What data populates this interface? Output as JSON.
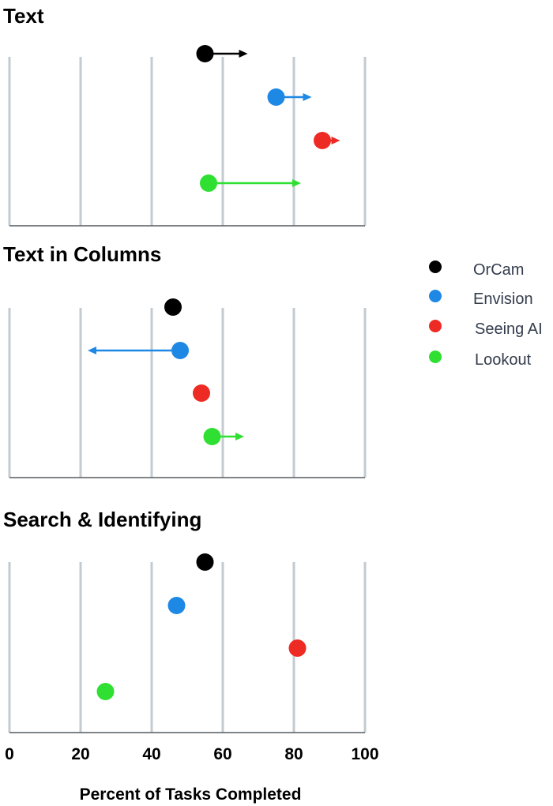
{
  "chart_data": {
    "type": "dot-arrow",
    "xlabel": "Percent of Tasks Completed",
    "xlim": [
      0,
      100
    ],
    "xticks": [
      0,
      20,
      40,
      60,
      80,
      100
    ],
    "grid": true,
    "legend_placement": "right",
    "series": [
      {
        "name": "OrCam",
        "color": "#000000"
      },
      {
        "name": "Envision",
        "color": "#1e88e5"
      },
      {
        "name": "Seeing AI",
        "color": "#ee2a24"
      },
      {
        "name": "Lookout",
        "color": "#2fe032"
      }
    ],
    "panels": [
      {
        "title": "Text",
        "points": [
          {
            "series": "OrCam",
            "value": 55,
            "arrow_to": 67
          },
          {
            "series": "Envision",
            "value": 75,
            "arrow_to": 85
          },
          {
            "series": "Seeing AI",
            "value": 88,
            "arrow_to": 93
          },
          {
            "series": "Lookout",
            "value": 56,
            "arrow_to": 82
          }
        ]
      },
      {
        "title": "Text  in Columns",
        "points": [
          {
            "series": "OrCam",
            "value": 46,
            "arrow_to": null
          },
          {
            "series": "Envision",
            "value": 48,
            "arrow_to": 22
          },
          {
            "series": "Seeing AI",
            "value": 54,
            "arrow_to": null
          },
          {
            "series": "Lookout",
            "value": 57,
            "arrow_to": 66
          }
        ]
      },
      {
        "title": "Search & Identifying",
        "points": [
          {
            "series": "OrCam",
            "value": 55,
            "arrow_to": null
          },
          {
            "series": "Envision",
            "value": 47,
            "arrow_to": null
          },
          {
            "series": "Seeing AI",
            "value": 81,
            "arrow_to": null
          },
          {
            "series": "Lookout",
            "value": 27,
            "arrow_to": null
          }
        ]
      }
    ]
  }
}
